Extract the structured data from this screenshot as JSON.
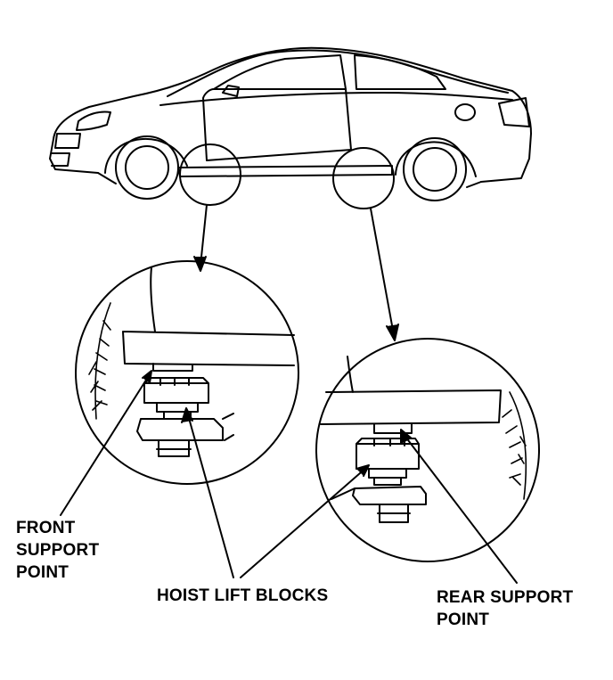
{
  "labels": {
    "front_support": [
      "FRONT",
      "SUPPORT",
      "POINT"
    ],
    "hoist_lift_blocks": "HOIST LIFT BLOCKS",
    "rear_support": [
      "REAR SUPPORT",
      "POINT"
    ]
  },
  "colors": {
    "ink": "#000000",
    "paper": "#ffffff"
  }
}
